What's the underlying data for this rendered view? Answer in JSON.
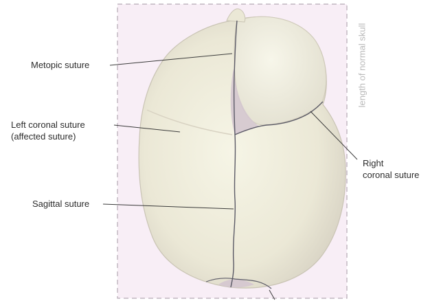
{
  "labels": {
    "metopic": "Metopic suture",
    "left_coronal_line1": "Left coronal suture",
    "left_coronal_line2": "(affected suture)",
    "sagittal": "Sagittal suture",
    "right_coronal_line1": "Right",
    "right_coronal_line2": "coronal suture",
    "normal_length": "length of normal skull"
  },
  "colors": {
    "background": "#ffffff",
    "frame_fill": "#f8eef6",
    "frame_border": "#b5a9b5",
    "skull_fill": "#ebe8d6",
    "suture_line": "#5b5a66",
    "leader_line": "#3a3a3a",
    "fontanelle": "#d4c6cf",
    "text": "#2b2b2b",
    "vertical_text": "#b9b9b9"
  }
}
